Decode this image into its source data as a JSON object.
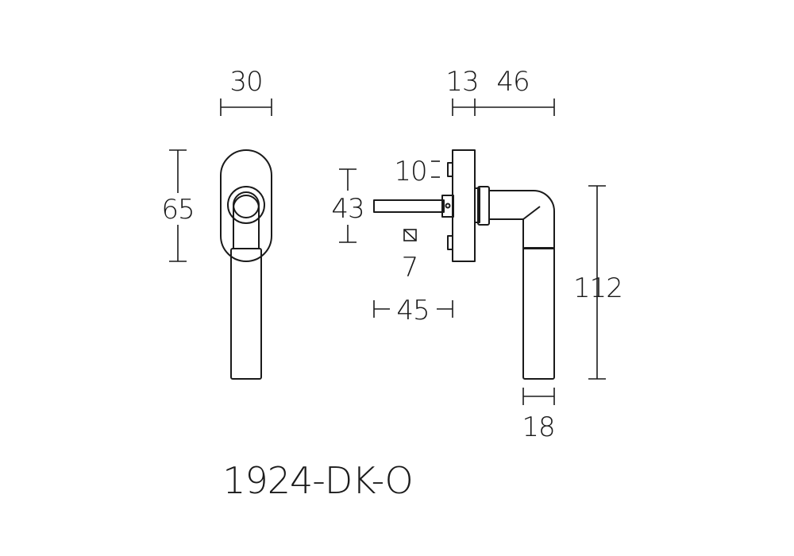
{
  "model_number": "1924-DK-O",
  "dimensions": {
    "front_width": "30",
    "front_rose_height": "65",
    "rose_thickness": "13",
    "lever_projection": "46",
    "spindle_spacing": "10",
    "spindle_height": "43",
    "spindle_square": "7",
    "spindle_length": "45",
    "lever_height": "112",
    "grip_width": "18"
  }
}
